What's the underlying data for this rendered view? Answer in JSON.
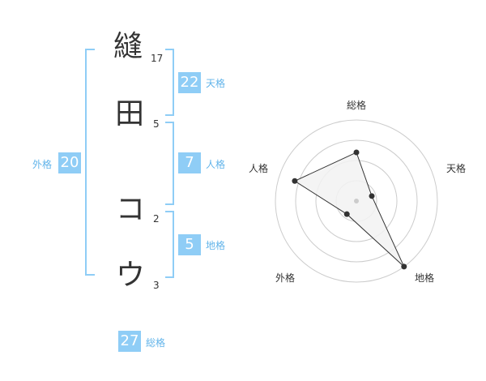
{
  "name": {
    "characters": [
      {
        "char": "縫",
        "strokes": "17"
      },
      {
        "char": "田",
        "strokes": "5"
      },
      {
        "char": "コ",
        "strokes": "2"
      },
      {
        "char": "ウ",
        "strokes": "3"
      }
    ]
  },
  "fortune": {
    "tenkaku": {
      "value": "22",
      "label": "天格"
    },
    "jinkaku": {
      "value": "7",
      "label": "人格"
    },
    "chikaku": {
      "value": "5",
      "label": "地格"
    },
    "gaikaku": {
      "value": "20",
      "label": "外格"
    },
    "soukaku": {
      "value": "27",
      "label": "総格"
    }
  },
  "chart_data": {
    "type": "radar",
    "axes": [
      "総格",
      "天格",
      "地格",
      "外格",
      "人格"
    ],
    "values": [
      3,
      1,
      5,
      1,
      4
    ],
    "max": 5,
    "rings": 4,
    "colors": {
      "fill": "#f2f2f2",
      "line": "#333333",
      "grid": "#cccccc",
      "center": "#cccccc"
    }
  },
  "colors": {
    "accent": "#8fcdf6",
    "label": "#62b4ea",
    "text": "#333333"
  }
}
